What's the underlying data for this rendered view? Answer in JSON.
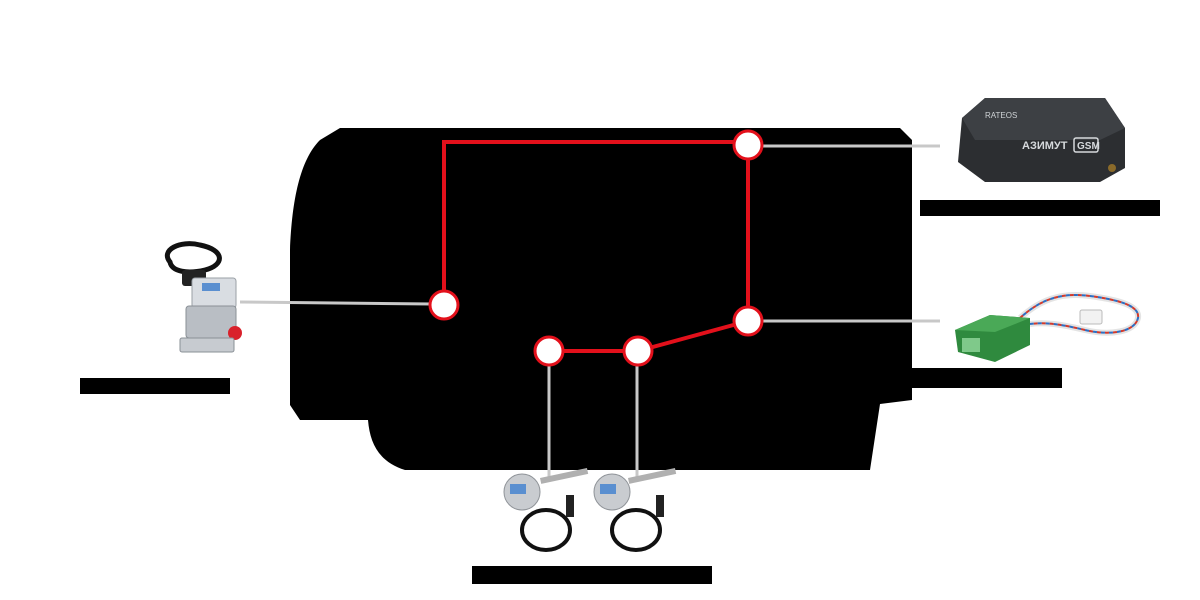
{
  "devices": {
    "flow_meter": {
      "caption": "",
      "icon": "fuel-flow-meter-icon"
    },
    "tracker": {
      "caption": "",
      "label": "АЗИМУТ",
      "badge": "GSM",
      "brand": "RATEOS",
      "icon": "gps-tracker-icon"
    },
    "water_sensor": {
      "caption": "",
      "icon": "water-leak-sensor-icon"
    },
    "fuel_sensors": {
      "caption": "",
      "icon": "fuel-level-sensor-icon"
    }
  },
  "colors": {
    "vehicle": "#000000",
    "bus_line": "#e3101b",
    "node_fill": "#ffffff",
    "wire": "#c8c8c8"
  }
}
